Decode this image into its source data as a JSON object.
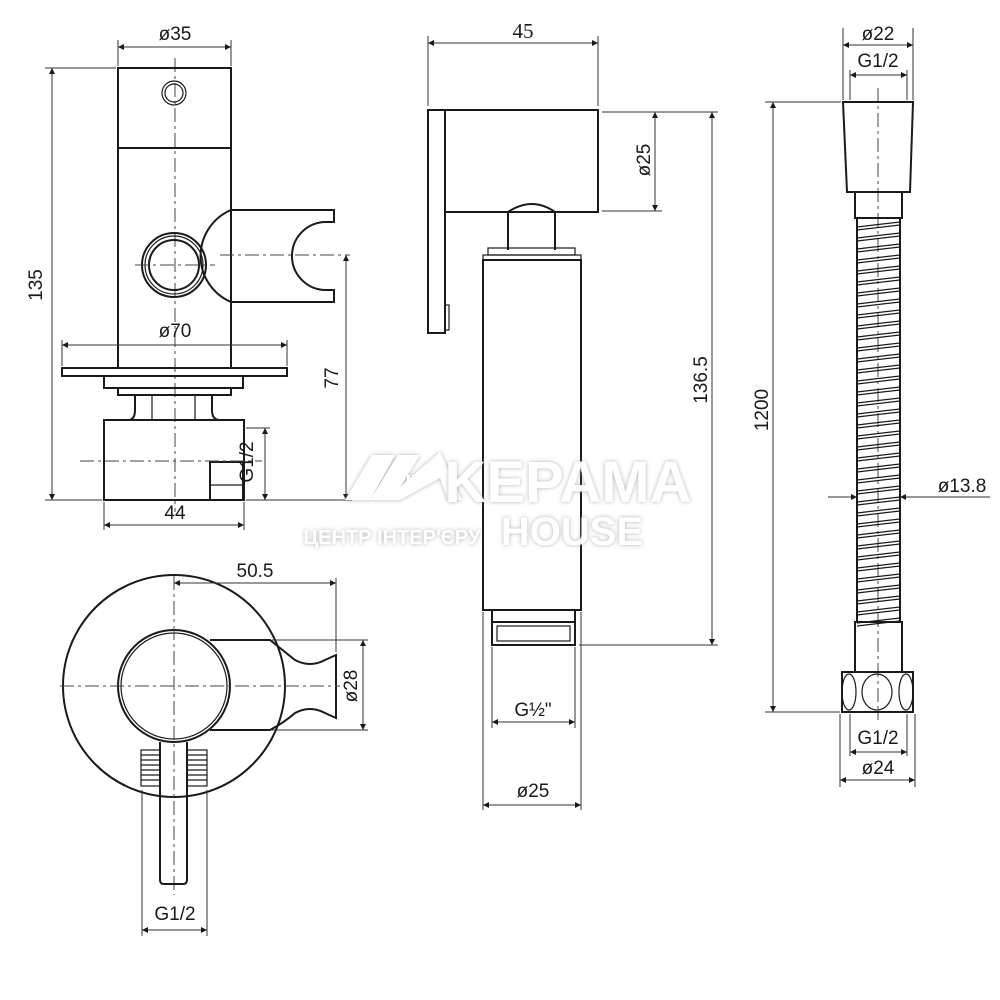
{
  "watermark": {
    "brand": "KEPAMA",
    "brand_sub": "HOUSE",
    "tagline": "ЦЕНТР ІНТЕР'ЄРУ"
  },
  "valve_front_view": {
    "dim_diameter_top": "ø35",
    "dim_height": "135",
    "dim_flange": "ø70",
    "dim_holder_height": "77",
    "dim_thread": "G1/2",
    "dim_width": "44"
  },
  "valve_top_view": {
    "dim_holder_offset": "50.5",
    "dim_holder_diameter": "ø28",
    "dim_thread": "G1/2"
  },
  "sprayer_view": {
    "dim_head_length": "45",
    "dim_head_diameter": "ø25",
    "dim_length": "136.5",
    "dim_thread": "G½\"",
    "dim_handle_diameter": "ø25"
  },
  "hose_view": {
    "dim_cone_diameter": "ø22",
    "dim_top_thread": "G1/2",
    "dim_length": "1200",
    "dim_hose_diameter": "ø13.8",
    "dim_bottom_thread": "G1/2",
    "dim_nut_diameter": "ø24"
  }
}
